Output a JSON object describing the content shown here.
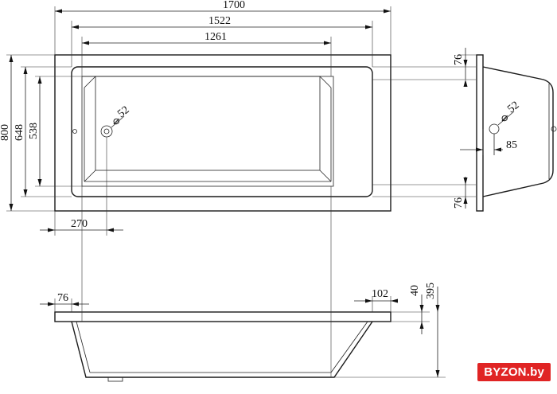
{
  "dimensions": {
    "overall_length": "1700",
    "inner_top_length": "1522",
    "inner_bottom_length": "1261",
    "overall_width": "800",
    "inner_width": "648",
    "bottom_width": "538",
    "drain_offset": "270",
    "drain_diameter_top": "52",
    "side_rim": "76",
    "side_drain_diameter": "52",
    "side_drain_offset": "85",
    "side_rim_bottom": "76",
    "front_rim": "76",
    "front_rim_right": "102",
    "front_small_height": "40",
    "front_height": "395"
  },
  "watermark": {
    "text": "BYZON.by"
  },
  "colors": {
    "watermark_bg": "#e02424",
    "line": "#1a1a1a"
  }
}
